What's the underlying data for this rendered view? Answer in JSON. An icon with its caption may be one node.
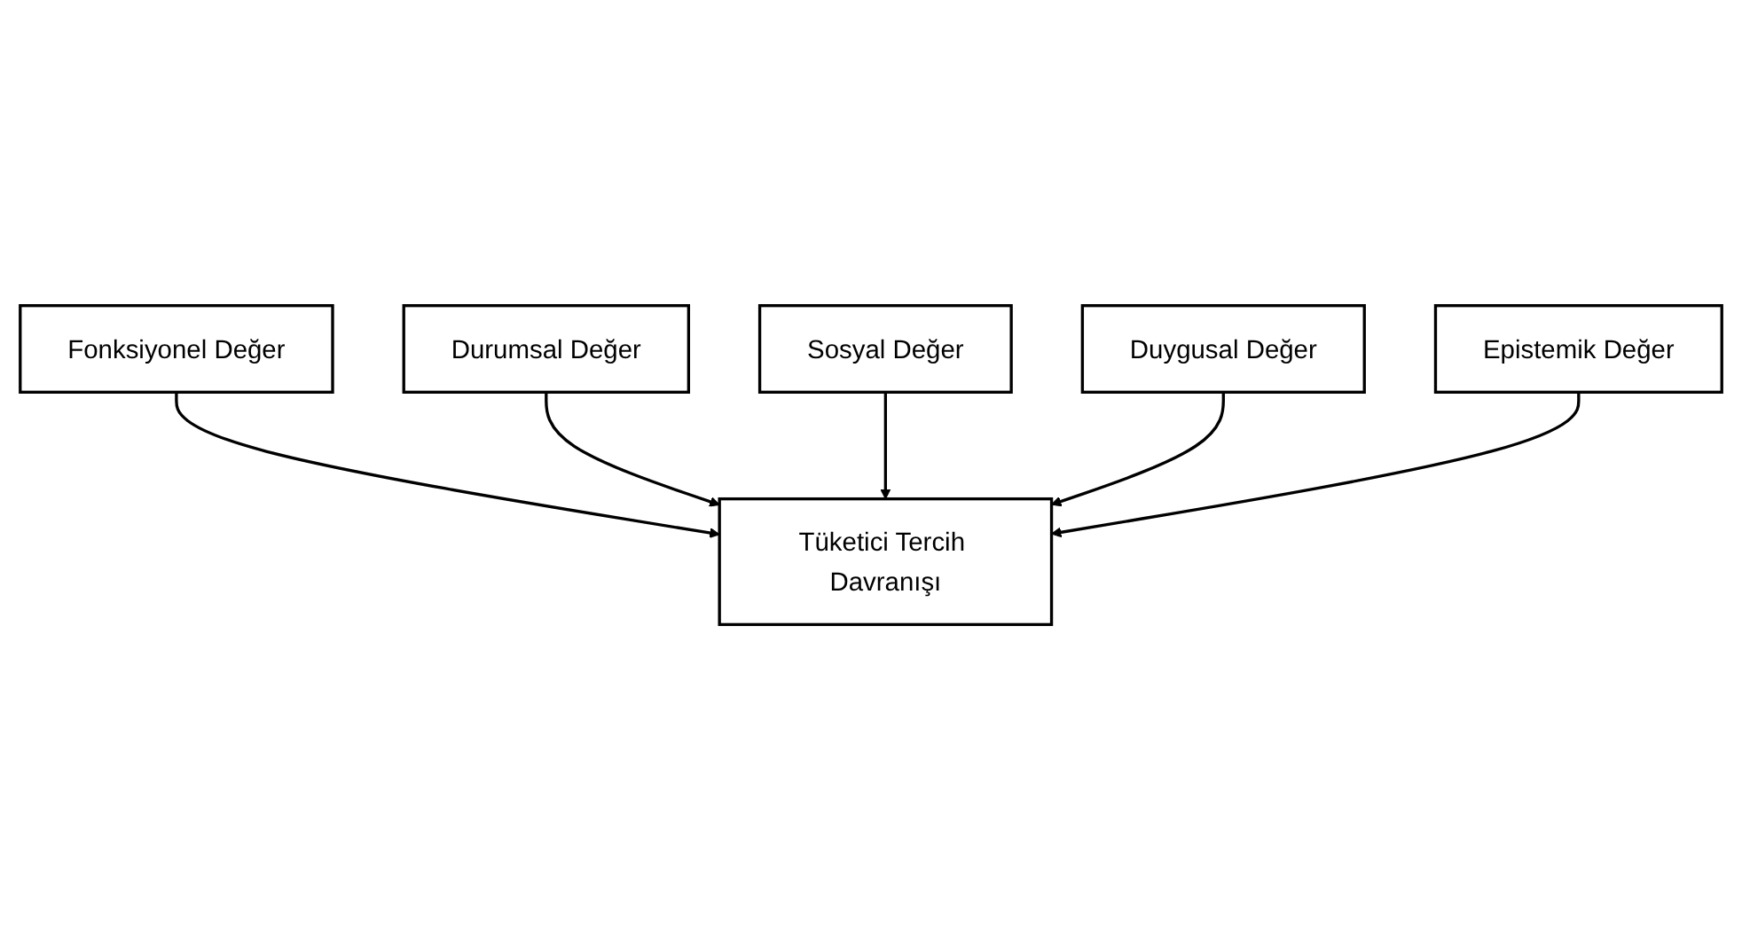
{
  "diagram": {
    "nodes": [
      {
        "text": [
          "Fonksiyonel Değer"
        ]
      },
      {
        "text": [
          "Durumsal Değer"
        ]
      },
      {
        "text": [
          "Sosyal Değer"
        ]
      },
      {
        "text": [
          "Tüketici Tercih Davranışı"
        ]
      },
      {
        "text": [
          "Duygusal Değer"
        ]
      },
      {
        "text": [
          "Epistemik Değer"
        ]
      }
    ],
    "edges": [
      {
        "from": 0,
        "to": 3,
        "arrow": "to"
      },
      {
        "from": 1,
        "to": 3,
        "arrow": "to"
      },
      {
        "from": 2,
        "to": 3,
        "arrow": "to"
      },
      {
        "from": 4,
        "to": 3,
        "arrow": "to"
      },
      {
        "from": 5,
        "to": 3,
        "arrow": "to"
      }
    ]
  }
}
